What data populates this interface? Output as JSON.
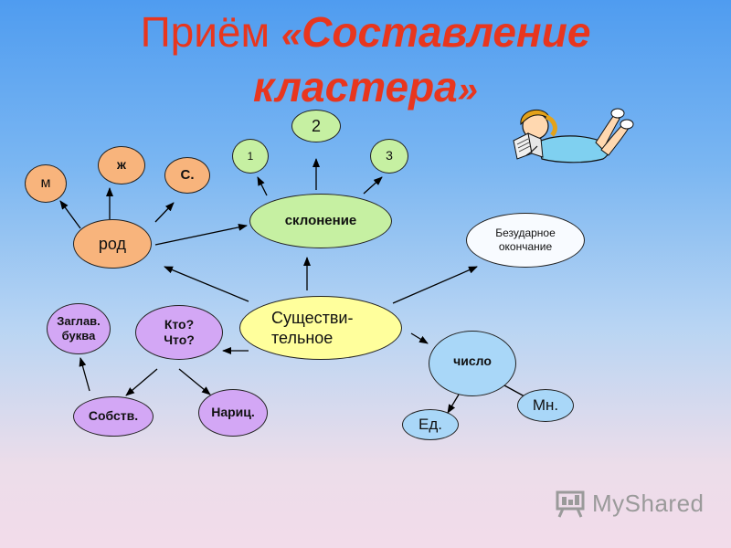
{
  "title": {
    "line1_prefix": "Приём ",
    "open_quote": "«",
    "line1_word": "Составление",
    "line2_word": "кластера",
    "close_quote": "»"
  },
  "nodes": {
    "center": "Существи-\nтельное",
    "rod": "род",
    "m": "м",
    "zh": "ж",
    "s": "С.",
    "sklonenie": "склонение",
    "n1": "1",
    "n2": "2",
    "n3": "3",
    "bezudarnoe": "Безударное\nокончание",
    "chislo": "число",
    "mn": "Мн.",
    "ed": "Ед.",
    "kto": "Кто?\nЧто?",
    "zaglav": "Заглав.\nбуква",
    "sobstv": "Собств.",
    "narits": "Нариц."
  },
  "logo": {
    "text": "MyShared"
  }
}
